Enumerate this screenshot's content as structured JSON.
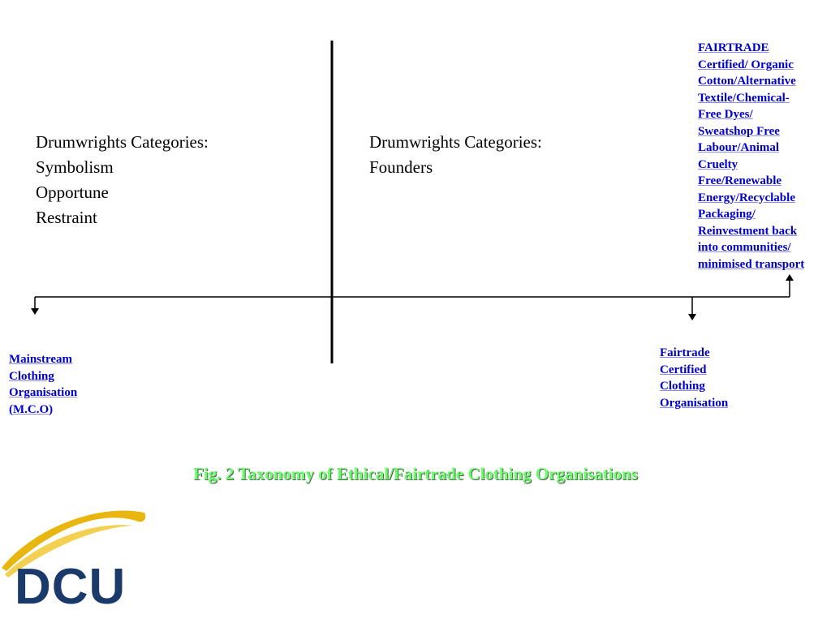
{
  "colors": {
    "axis": "#000000",
    "label_blue": "#0000cc",
    "caption_green": "#66ff66",
    "logo_navy": "#1a3a6b",
    "logo_gold": "#e9b50f"
  },
  "left_quadrant": {
    "heading": "Drumwrights Categories:",
    "items": [
      "Symbolism",
      "Opportune",
      "Restraint"
    ]
  },
  "right_quadrant": {
    "heading": "Drumwrights Categories:",
    "items": [
      "Founders"
    ]
  },
  "attributes_label": {
    "lines": [
      "FAIRTRADE",
      "Certified/ Organic",
      "Cotton/Alternative",
      "Textile/Chemical-",
      "Free Dyes/",
      "Sweatshop Free",
      "Labour/Animal",
      "Cruelty",
      "Free/Renewable",
      "Energy/Recyclable",
      "Packaging/",
      "Reinvestment back",
      "into communities/",
      "minimised transport"
    ]
  },
  "mco_label": {
    "lines": [
      "Mainstream",
      "Clothing",
      "Organisation",
      "(M.C.O)"
    ]
  },
  "fco_label": {
    "lines": [
      "Fairtrade",
      "Certified",
      "Clothing",
      "Organisation"
    ]
  },
  "caption": "Fig. 2 Taxonomy of Ethical/Fairtrade Clothing Organisations",
  "logo": {
    "text": "DCU",
    "icon": "dcu-swoosh-logo"
  }
}
